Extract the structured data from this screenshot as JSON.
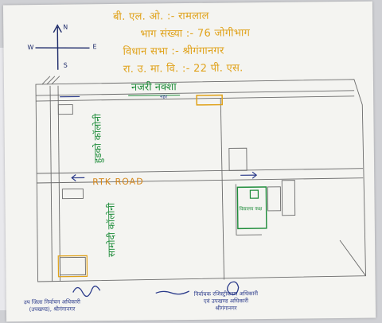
{
  "header": {
    "lines": [
      "बी. एल. ओ. :- रामलाल",
      "भाग संख्या :- 76 जोगीभाग",
      "विधान सभा :- श्रीगंगानगर",
      "रा. उ. मा. वि. :- 22 पी. एस."
    ]
  },
  "compass": {
    "north": "N",
    "south": "S",
    "east": "E",
    "west": "W"
  },
  "map": {
    "title": "नजरी नक्शा",
    "top_road": "नहर",
    "main_road": "RTK ROAD",
    "colony_upper": "हुडको कॉलोनी",
    "colony_lower": "सामोदी कॉलोनी",
    "building_label": "विद्यालय कक्ष"
  },
  "colors": {
    "header": "#e0a21a",
    "green": "#1e8c3a",
    "road_label": "#d4861a",
    "ink": "#2a3a8a",
    "pencil": "#6b6b6b"
  },
  "signatures": {
    "left": [
      "उप जिला निर्वाचन अधिकारी",
      "(उपखण्ड), श्रीगंगानगर"
    ],
    "right": [
      "निर्वाचक रजिस्ट्रीकरण अधिकारी",
      "एवं उपखण्ड अधिकारी",
      "श्रीगंगानगर"
    ]
  }
}
